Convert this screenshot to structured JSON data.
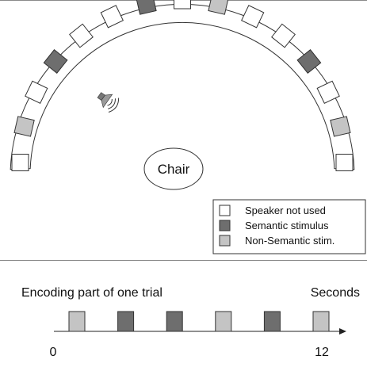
{
  "layout_diagram": {
    "chair_label": "Chair",
    "legend": [
      {
        "label": "Speaker not used",
        "state": "unused"
      },
      {
        "label": "Semantic stimulus",
        "state": "semantic"
      },
      {
        "label": "Non-Semantic stim.",
        "state": "nonsemantic"
      }
    ],
    "speakers": [
      "unused",
      "nonsemantic",
      "unused",
      "semantic",
      "unused",
      "unused",
      "semantic",
      "unused",
      "nonsemantic",
      "unused",
      "unused",
      "semantic",
      "unused",
      "nonsemantic",
      "unused"
    ],
    "active_speaker_icon": "loudspeaker-icon"
  },
  "timeline": {
    "title": "Encoding part of one trial",
    "unit_label": "Seconds",
    "start_label": "0",
    "end_label": "12",
    "blocks": [
      "nonsemantic",
      "semantic",
      "semantic",
      "nonsemantic",
      "semantic",
      "nonsemantic"
    ]
  },
  "colors": {
    "unused": "#ffffff",
    "semantic": "#6e6e6e",
    "nonsemantic": "#c4c4c4",
    "border": "#333333",
    "divider": "#8a8a8a"
  }
}
